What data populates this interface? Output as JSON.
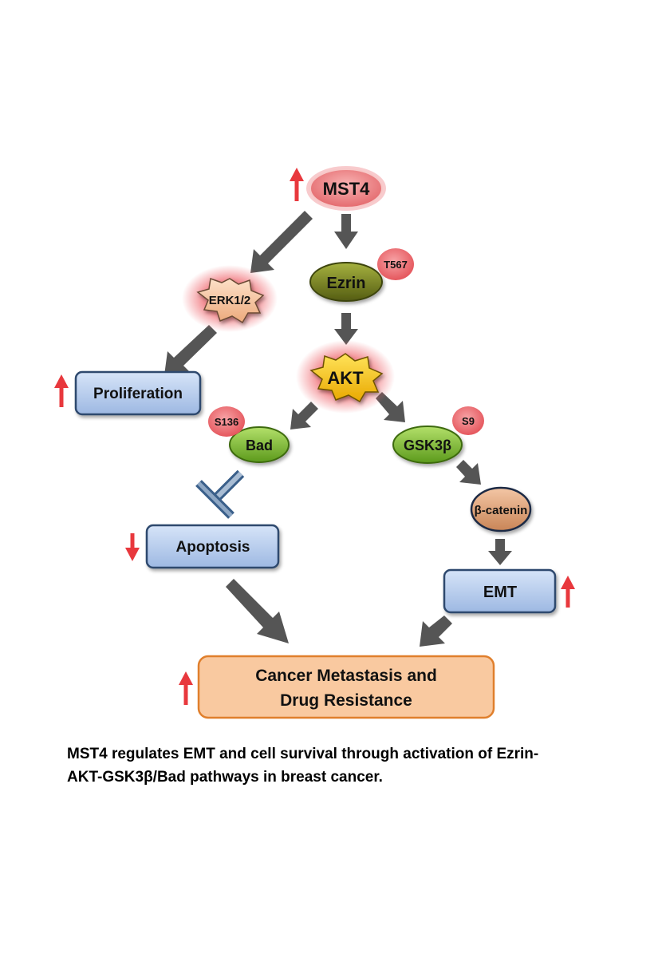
{
  "nodes": {
    "mst4": "MST4",
    "ezrin": "Ezrin",
    "ezrin_site": "T567",
    "erk": "ERK1/2",
    "akt": "AKT",
    "proliferation": "Proliferation",
    "bad": "Bad",
    "bad_site": "S136",
    "gsk": "GSK3β",
    "gsk_site": "S9",
    "catenin": "β-catenin",
    "apoptosis": "Apoptosis",
    "emt": "EMT",
    "outcome_line1": "Cancer Metastasis and",
    "outcome_line2": "Drug Resistance"
  },
  "caption": {
    "line1": "MST4 regulates EMT and cell survival through activation of Ezrin-",
    "line2": "AKT-GSK3β/Bad pathways in breast cancer."
  },
  "colors": {
    "arrow": "#555555",
    "up_down_arrow": "#e8383d",
    "box_fill": "#b8cef0",
    "outcome_fill": "#f9c9a0",
    "outcome_stroke": "#e07f2c",
    "ezrin_fill": "#6f7a1f",
    "green_node": "#7dbf2f",
    "akt_fill": "#f5c400",
    "erk_fill": "#f6c7a3",
    "catenin_fill": "#e0a77e",
    "pink": "#ee6f74"
  }
}
